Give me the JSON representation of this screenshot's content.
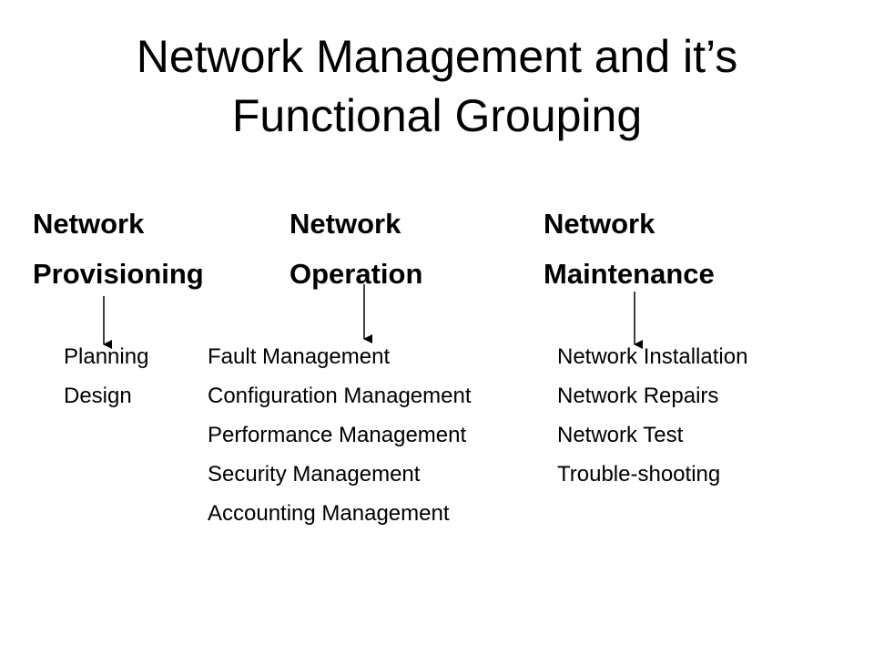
{
  "title": {
    "line1": "Network Management and it’s",
    "line2": "Functional Grouping"
  },
  "columns": [
    {
      "heading_line1": "Network",
      "heading_line2": "Provisioning",
      "items": [
        "Planning",
        "Design"
      ]
    },
    {
      "heading_line1": "Network",
      "heading_line2": "Operation",
      "items": [
        "Fault Management",
        "Configuration Management",
        "Performance Management",
        "Security Management",
        "Accounting Management"
      ]
    },
    {
      "heading_line1": "Network",
      "heading_line2": "Maintenance",
      "items": [
        "Network Installation",
        "Network Repairs",
        "Network Test",
        "Trouble-shooting"
      ]
    }
  ]
}
